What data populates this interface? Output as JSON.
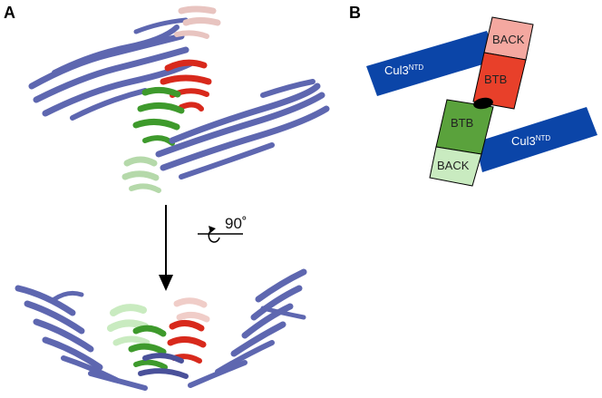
{
  "panels": {
    "a": {
      "letter": "A"
    },
    "b": {
      "letter": "B"
    }
  },
  "rotation": {
    "label": "90˚",
    "icon": "rotate-arrow-icon"
  },
  "schematic": {
    "cul3_left": {
      "name": "Cul3",
      "sup": "NTD"
    },
    "cul3_right": {
      "name": "Cul3",
      "sup": "NTD"
    },
    "upper_monomer": {
      "back": "BACK",
      "btb": "BTB"
    },
    "lower_monomer": {
      "btb": "BTB",
      "back": "BACK"
    }
  },
  "colors": {
    "cul3": "#0b45a8",
    "cul3_structure": "#5e67b0",
    "btb_red": "#e8402a",
    "back_pink": "#f4a8a0",
    "btb_green": "#5aa23c",
    "back_lightgreen": "#c9ebc0",
    "structure_red": "#d8291c",
    "structure_green": "#3e9a2c"
  }
}
